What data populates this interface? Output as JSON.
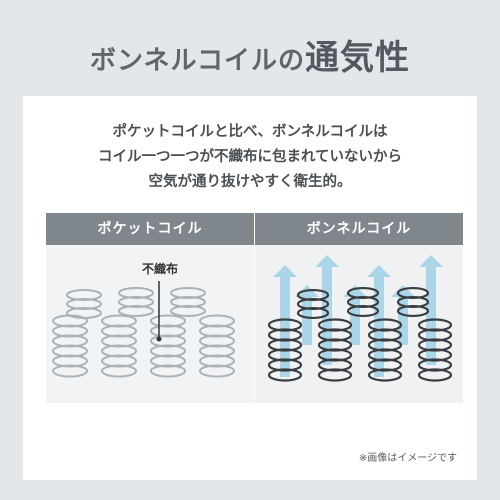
{
  "title": {
    "normal": "ボンネルコイルの",
    "bold": "通気性"
  },
  "intro": {
    "line1": "ポケットコイルと比べ、ボンネルコイルは",
    "line2": "コイル一つ一つが不織布に包まれていないから",
    "line3": "空気が通り抜けやすく衛生的。"
  },
  "left_panel": {
    "header": "ポケットコイル",
    "label": "不織布"
  },
  "right_panel": {
    "header": "ボンネルコイル"
  },
  "note": "※画像はイメージです",
  "colors": {
    "background": "#e3e7ea",
    "header": "#7f868c",
    "arrow": "#8ec7e3",
    "coil_dark": "#3a3d40"
  }
}
